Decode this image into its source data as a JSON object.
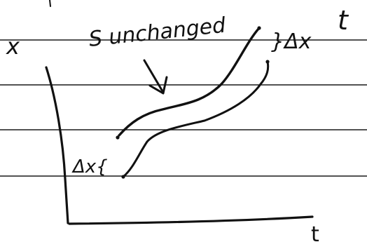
{
  "sketch": {
    "corner_label": "t",
    "axis_labels": {
      "vertical": "x",
      "horizontal": "t"
    },
    "annotation": "S unchanged",
    "delta_top": "}Δx",
    "delta_bottom": "Δx{"
  }
}
